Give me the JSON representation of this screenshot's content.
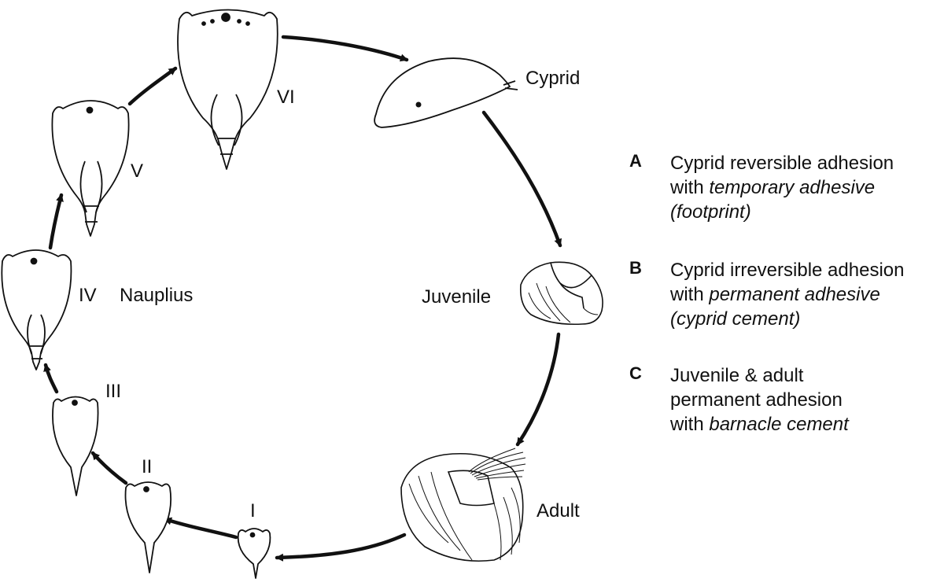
{
  "stages": {
    "I": "I",
    "II": "II",
    "III": "III",
    "IV": "IV",
    "V": "V",
    "VI": "VI",
    "nauplius": "Nauplius",
    "cyprid": "Cyprid",
    "juvenile": "Juvenile",
    "adult": "Adult"
  },
  "legend": [
    {
      "letter": "A",
      "line1": "Cyprid reversible adhesion",
      "line2_prefix": "with ",
      "line2_italic": "temporary adhesive",
      "line3": "(footprint)"
    },
    {
      "letter": "B",
      "line1": "Cyprid irreversible adhesion",
      "line2_prefix": "with ",
      "line2_italic": "permanent adhesive",
      "line3": "(cyprid cement)"
    },
    {
      "letter": "C",
      "line1": "Juvenile & adult",
      "line2": "permanent adhesion",
      "line3_prefix": "with ",
      "line3_italic": "barnacle cement"
    }
  ]
}
